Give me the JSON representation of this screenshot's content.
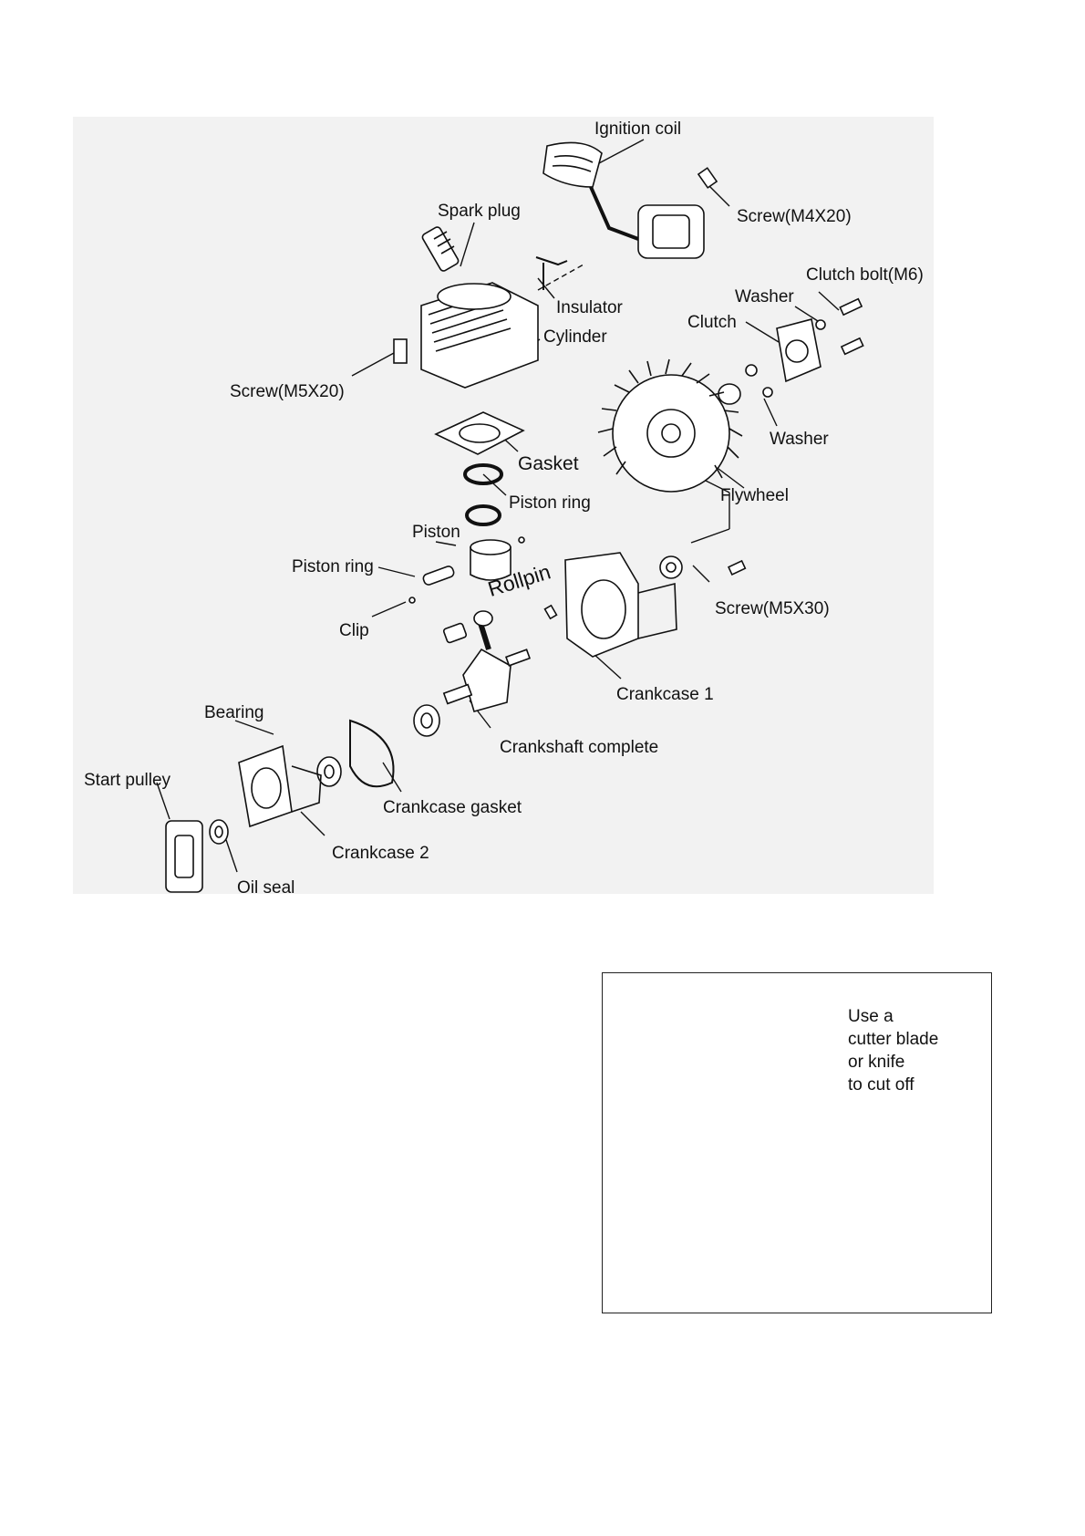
{
  "diagram": {
    "labels": {
      "ignition_coil": "Ignition coil",
      "screw_m4x20": "Screw(M4X20)",
      "spark_plug": "Spark plug",
      "clutch_bolt": "Clutch bolt(M6)",
      "washer_top": "Washer",
      "insulator": "Insulator",
      "clutch": "Clutch",
      "cylinder": "Cylinder",
      "screw_m5x20": "Screw(M5X20)",
      "washer_bottom": "Washer",
      "gasket": "Gasket",
      "flywheel": "Flywheel",
      "piston_ring_top": "Piston ring",
      "piston": "Piston",
      "piston_ring_left": "Piston ring",
      "rollpin": "Rollpin",
      "screw_m5x30": "Screw(M5X30)",
      "clip": "Clip",
      "crankcase_1": "Crankcase  1",
      "bearing": "Bearing",
      "crankshaft_complete": "Crankshaft complete",
      "start_pulley": "Start pulley",
      "crankcase_gasket": "Crankcase gasket",
      "crankcase_2": "Crankcase 2",
      "oil_seal": "Oil seal"
    }
  },
  "inset": {
    "note_lines": [
      "Use a",
      "cutter blade",
      "or knife",
      "to cut off"
    ]
  }
}
